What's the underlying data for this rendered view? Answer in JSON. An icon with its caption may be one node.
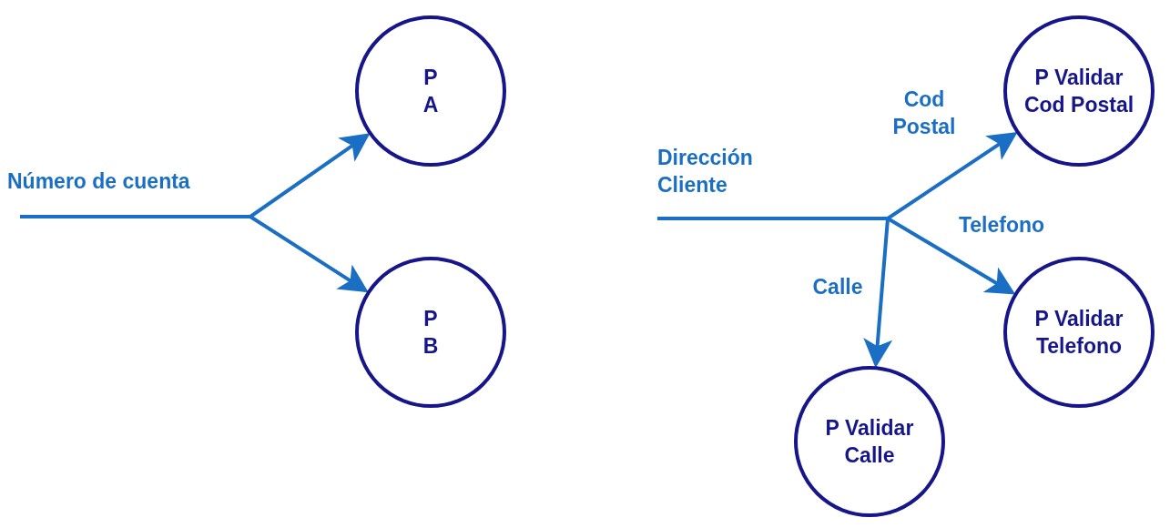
{
  "diagram": {
    "nodes": [
      {
        "text": [
          "P A"
        ]
      },
      {
        "text": [
          "P B"
        ]
      },
      {
        "text": [
          "P Validar Cod Postal"
        ]
      },
      {
        "text": [
          "P Validar Telefono"
        ]
      },
      {
        "text": [
          "P Validar Calle"
        ]
      }
    ],
    "edges": [
      {
        "from": null,
        "to": 0,
        "arrow": "to"
      },
      {
        "from": null,
        "to": 1,
        "arrow": "to"
      },
      {
        "from": null,
        "to": 2,
        "arrow": "to",
        "label": "Cod Postal"
      },
      {
        "from": null,
        "to": 3,
        "arrow": "to",
        "label": "Telefono"
      },
      {
        "from": null,
        "to": 4,
        "arrow": "to",
        "label": "Calle"
      }
    ],
    "labels": [
      "Número de cuenta",
      "Dirección Cliente"
    ]
  }
}
